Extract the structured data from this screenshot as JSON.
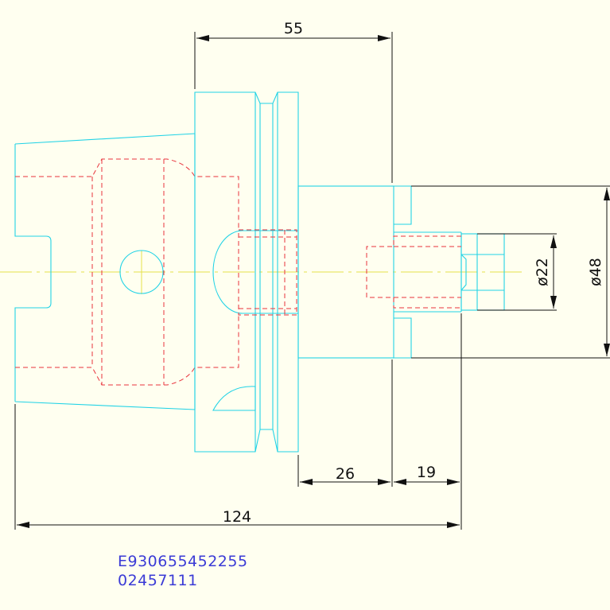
{
  "dimensions": {
    "top_width": "55",
    "diameter_outer": "ø48",
    "diameter_inner": "ø22",
    "seg_26": "26",
    "seg_19": "19",
    "overall": "124"
  },
  "part_code_line1": "E930655452255",
  "part_code_line2": "02457111",
  "colors": {
    "outline": "#22d3e6",
    "hidden": "#e8333c",
    "centerline": "#e6e04a",
    "dimension": "#111111",
    "code_text": "#3b3bd6",
    "background": "#fffff0"
  }
}
